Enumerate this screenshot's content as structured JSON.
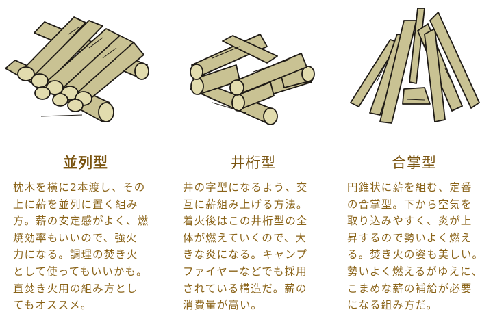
{
  "theme": {
    "title_color": "#7a5410",
    "text_color": "#8a6318",
    "wood_fill": "#c9c293",
    "wood_end_fill": "#e2dcae",
    "outline_color": "#1f1b16"
  },
  "sections": [
    {
      "title": "並列型",
      "illustration": "parallel-firewood-icon",
      "lines": [
        "枕木を横に2本渡し、その",
        "上に薪を並列に置く組み",
        "方。薪の安定感がよく、燃",
        "焼効率もいいので、強火",
        "力になる。調理の焚き火",
        "として使ってもいいかも。",
        "直焚き火用の組み方とし",
        "てもオススメ。"
      ]
    },
    {
      "title": "井桁型",
      "illustration": "crosshatch-firewood-icon",
      "lines": [
        "井の字型になるよう、交",
        "互に薪組み上げる方法。",
        "着火後はこの井桁型の全",
        "体が燃えていくので、大",
        "きな炎になる。キャンプ",
        "ファイヤーなどでも採用",
        "されている構造だ。薪の",
        "消費量が高い。"
      ]
    },
    {
      "title": "合掌型",
      "illustration": "teepee-firewood-icon",
      "lines": [
        "円錐状に薪を組む、定番",
        "の合掌型。下から空気を",
        "取り込みやすく、炎が上",
        "昇するので勢いよく燃え",
        "る。焚き火の姿も美しい。",
        "勢いよく燃えるがゆえに、",
        "こまめな薪の補給が必要",
        "になる組み方だ。"
      ]
    }
  ]
}
